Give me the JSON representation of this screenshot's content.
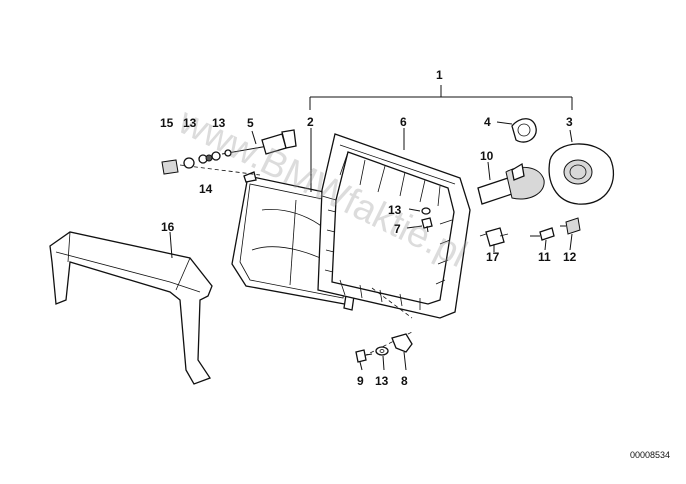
{
  "watermark": "www.BMWfaktie.pl",
  "part_number": "00008534",
  "callouts": [
    {
      "id": "c1",
      "text": "1"
    },
    {
      "id": "c2",
      "text": "2"
    },
    {
      "id": "c3",
      "text": "3"
    },
    {
      "id": "c4",
      "text": "4"
    },
    {
      "id": "c5",
      "text": "5"
    },
    {
      "id": "c6",
      "text": "6"
    },
    {
      "id": "c7",
      "text": "7"
    },
    {
      "id": "c8",
      "text": "8"
    },
    {
      "id": "c9",
      "text": "9"
    },
    {
      "id": "c10",
      "text": "10"
    },
    {
      "id": "c11",
      "text": "11"
    },
    {
      "id": "c12",
      "text": "12"
    },
    {
      "id": "c13a",
      "text": "13"
    },
    {
      "id": "c13b",
      "text": "13"
    },
    {
      "id": "c13c",
      "text": "13"
    },
    {
      "id": "c13d",
      "text": "13"
    },
    {
      "id": "c14",
      "text": "14"
    },
    {
      "id": "c15",
      "text": "15"
    },
    {
      "id": "c16",
      "text": "16"
    },
    {
      "id": "c17",
      "text": "17"
    }
  ]
}
